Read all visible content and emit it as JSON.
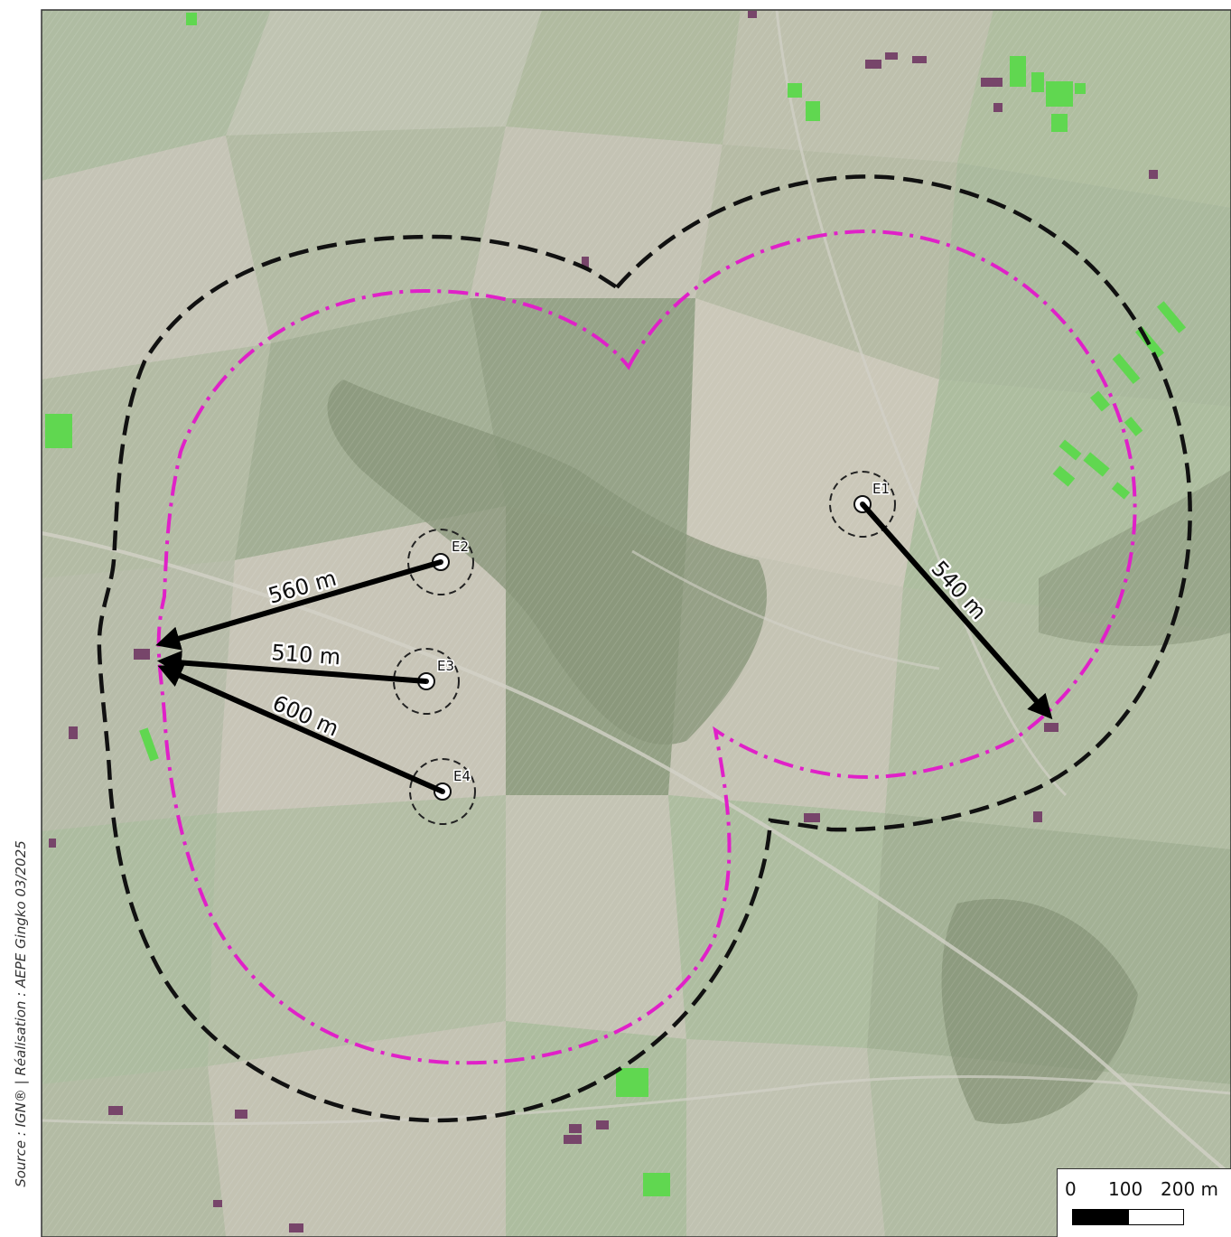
{
  "source_text": "Source : IGN® | Réalisation : AEPE Gingko 03/2025",
  "colors": {
    "inner_zone": "#e020c8",
    "outer_zone": "#111111",
    "buildings_green": "#3ecf2a",
    "buildings_purple": "#5a1d4a",
    "arrow": "#000000"
  },
  "turbines": [
    {
      "label": "E1"
    },
    {
      "label": "E2"
    },
    {
      "label": "E3"
    },
    {
      "label": "E4"
    }
  ],
  "distances": [
    {
      "from": "E1",
      "label": "540 m"
    },
    {
      "from": "E2",
      "label": "560 m"
    },
    {
      "from": "E3",
      "label": "510 m"
    },
    {
      "from": "E4",
      "label": "600 m"
    }
  ],
  "scale_bar": {
    "label_0": "0",
    "label_100": "100",
    "label_200": "200 m"
  }
}
